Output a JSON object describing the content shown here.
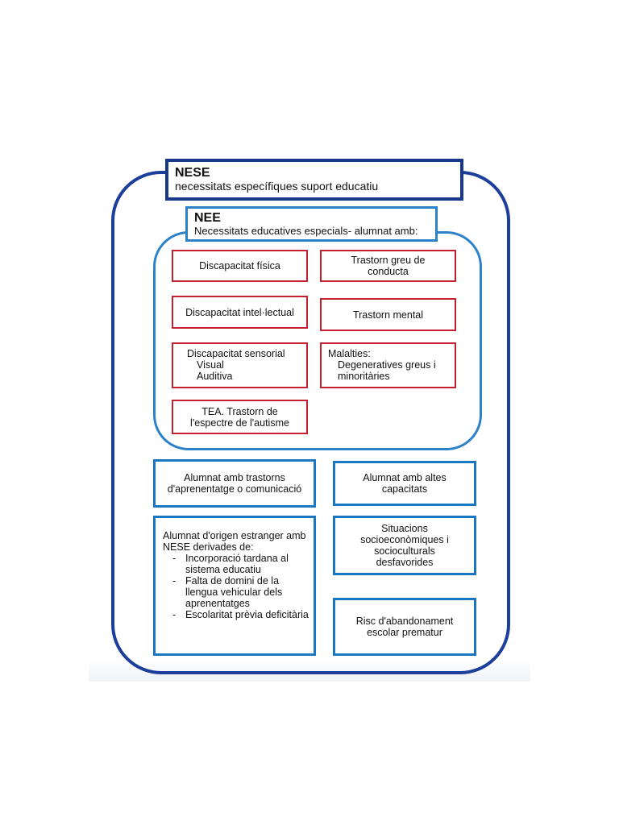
{
  "nese": {
    "title": "NESE",
    "subtitle": "necessitats específiques suport educatiu"
  },
  "nee": {
    "title": "NEE",
    "subtitle": "Necessitats educatives especials- alumnat amb:",
    "items": {
      "fisica": "Discapacitat física",
      "conducta": "Trastorn greu de conducta",
      "intellectual": "Discapacitat intel·lectual",
      "mental": "Trastorn mental",
      "sensorial": {
        "label": "Discapacitat sensorial",
        "sub1": "Visual",
        "sub2": "Auditiva"
      },
      "malalties": {
        "label": "Malalties:",
        "sub": "Degeneratives greus i minoritàries"
      },
      "tea": "TEA. Trastorn de l'espectre de l'autisme"
    }
  },
  "others": {
    "aprenentatge": "Alumnat  amb trastorns d'aprenentatge o comunicació",
    "altes_capacitats": "Alumnat amb altes capacitats",
    "estranger": {
      "label": "Alumnat d'origen estranger amb NESE derivades de:",
      "bullets": [
        "Incorporació tardana al sistema educatiu",
        "Falta de domini de la llengua vehicular dels aprenentatges",
        "Escolaritat prèvia deficitària"
      ]
    },
    "socioeconomiques": "Situacions socioeconòmiques i socioculturals desfavorides",
    "abandonament": "Risc d'abandonament escolar prematur"
  },
  "colors": {
    "dark_blue": "#17398c",
    "light_blue": "#2b82c8",
    "red": "#c4202f"
  }
}
